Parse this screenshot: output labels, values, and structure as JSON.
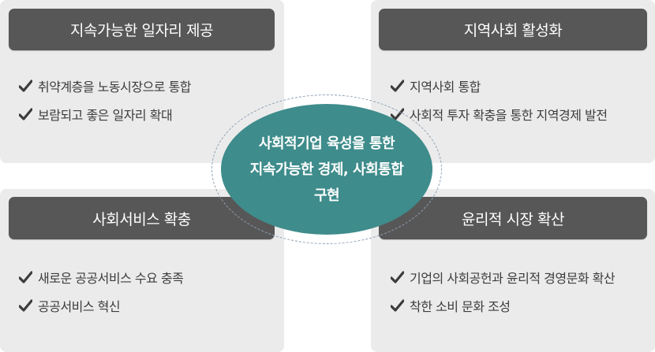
{
  "center": {
    "lines": [
      "사회적기업 육성을 통한",
      "지속가능한 경제, 사회통합",
      "구현"
    ],
    "color": "#3e8c8b"
  },
  "panels": [
    {
      "title": "지속가능한 일자리 제공",
      "items": [
        "취약계층을 노동시장으로 통합",
        "보람되고 좋은 일자리 확대"
      ]
    },
    {
      "title": "지역사회 활성화",
      "items": [
        "지역사회 통합",
        "사회적 투자 확충을 통한 지역경제 발전"
      ]
    },
    {
      "title": "사회서비스 확충",
      "items": [
        "새로운 공공서비스 수요 충족",
        "공공서비스 혁신"
      ]
    },
    {
      "title": "윤리적 시장 확산",
      "items": [
        "기업의 사회공헌과 윤리적 경영문화 확산",
        "착한 소비 문화 조성"
      ]
    }
  ],
  "icons": {
    "bullet": "checkmark-icon"
  },
  "colors": {
    "panel_bg": "#ebebeb",
    "header_bg": "#575757",
    "text": "#3c3c3c"
  }
}
